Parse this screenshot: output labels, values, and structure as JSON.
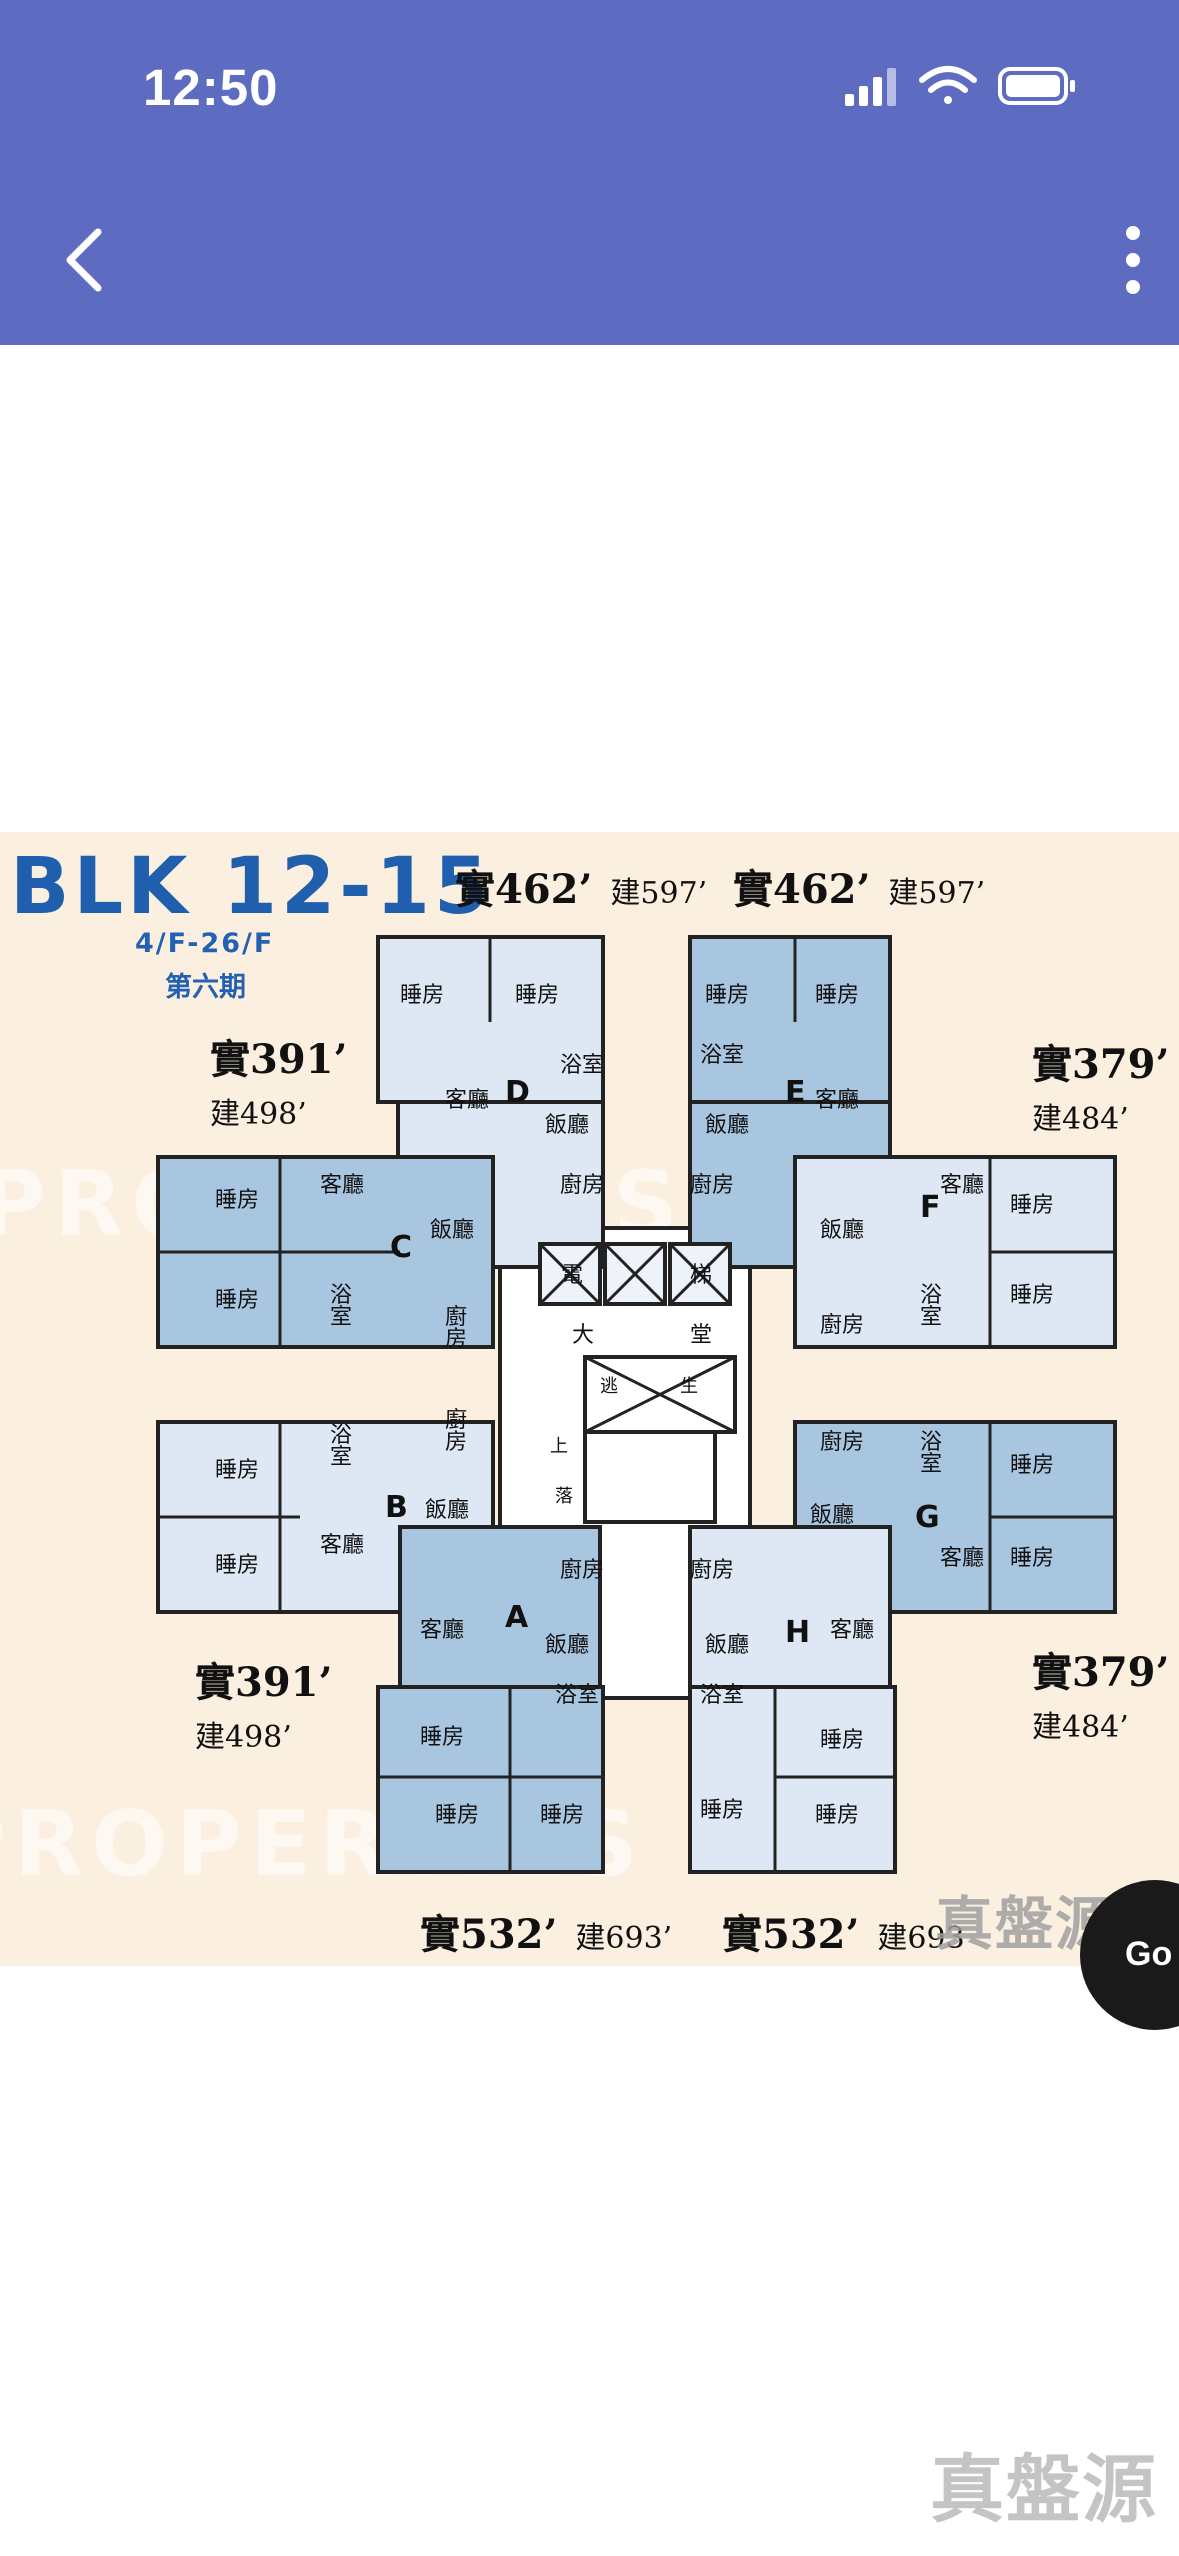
{
  "status_bar": {
    "time": "12:50"
  },
  "nav": {
    "back_icon": "chevron-left-icon",
    "menu_icon": "more-vertical-icon"
  },
  "floor_plan": {
    "title": "BLK 12-15",
    "floors": "4/F-26/F",
    "phase": "第六期",
    "units": {
      "A": {
        "net": "實532’",
        "gross": "建693’"
      },
      "B": {
        "net": "實391’",
        "gross": "建498’"
      },
      "C": {
        "net": "實391’",
        "gross": "建498’"
      },
      "D": {
        "net": "實462’",
        "gross": "建597’"
      },
      "E": {
        "net": "實462’",
        "gross": "建597’"
      },
      "F": {
        "net": "實379’",
        "gross": "建484’"
      },
      "G": {
        "net": "實379’",
        "gross": "建484’"
      },
      "H": {
        "net": "實532’",
        "gross": "建693"
      }
    },
    "room_labels": {
      "bedroom": "睡房",
      "living": "客廳",
      "dining": "飯廳",
      "kitchen": "廚房",
      "bath": "浴室",
      "kitchen_v_top": "廚",
      "kitchen_v_bottom": "房",
      "bath_v_top": "浴",
      "bath_v_bottom": "室",
      "lift_1": "電",
      "lift_2": "梯",
      "lobby_1": "大",
      "lobby_2": "堂",
      "stair_1": "逃",
      "stair_2": "生",
      "stair_3": "上",
      "stair_4": "落"
    },
    "watermark_text": "PROPERTIES",
    "watermark_brand": "真盤源"
  },
  "floating_button": {
    "label": "Go"
  },
  "bottom_brand": "真盤源",
  "colors": {
    "appbar": "#5d6bc0",
    "plan_bg": "#fbf0e0",
    "room_light": "#dde8f4",
    "room_dark": "#a9c6e0",
    "title_blue": "#1f5fae"
  }
}
